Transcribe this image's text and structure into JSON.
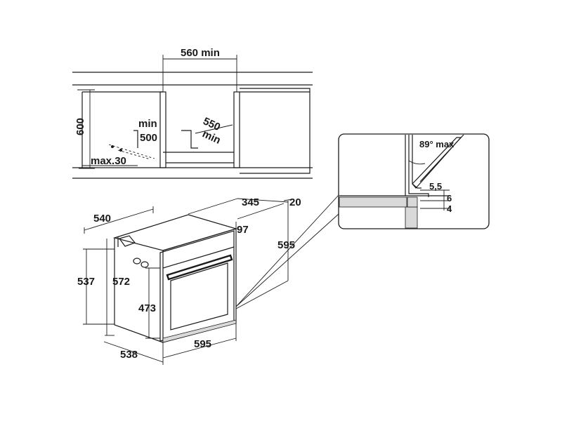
{
  "diagram": {
    "cabinet": {
      "width_label": "560 min",
      "height_label": "600",
      "depth_label_top": "550",
      "depth_label_bottom": "min",
      "vent_label_top": "min",
      "vent_label_bottom": "500",
      "max_label": "max.30"
    },
    "oven": {
      "depth_total": "540",
      "depth_body": "345",
      "panel_thickness": "20",
      "front_offset": "97",
      "height_total": "595",
      "height_outer": "537",
      "height_inner": "572",
      "door_height": "473",
      "width_front": "595",
      "depth_base": "538"
    },
    "detail": {
      "angle_label": "89° max",
      "gap_a": "5,5",
      "gap_b": "6",
      "gap_c": "4"
    }
  }
}
